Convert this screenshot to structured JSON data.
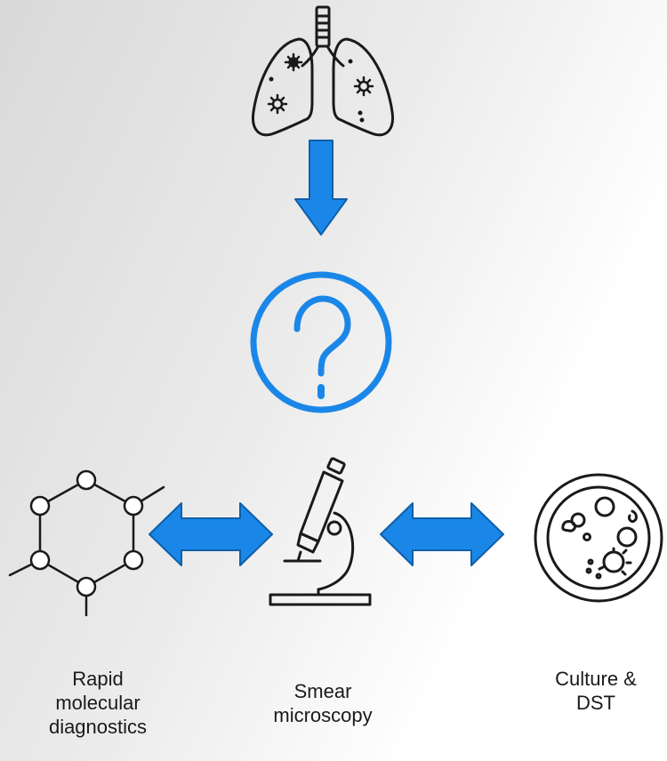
{
  "diagram": {
    "colors": {
      "accent": "#1a87e8",
      "accent_border": "#0f5fa8",
      "stroke": "#1a1a1a",
      "background_left": "#d9d9d9",
      "background_right": "#ffffff"
    },
    "icons": {
      "top": "lungs-icon",
      "middle": "question-mark-icon",
      "left": "molecule-hexagon-icon",
      "center": "microscope-icon",
      "right": "petri-dish-icon"
    },
    "labels": {
      "left": [
        "Rapid",
        "molecular",
        "diagnostics"
      ],
      "center": [
        "Smear",
        "microscopy"
      ],
      "right": [
        "Culture &",
        "DST"
      ]
    }
  }
}
